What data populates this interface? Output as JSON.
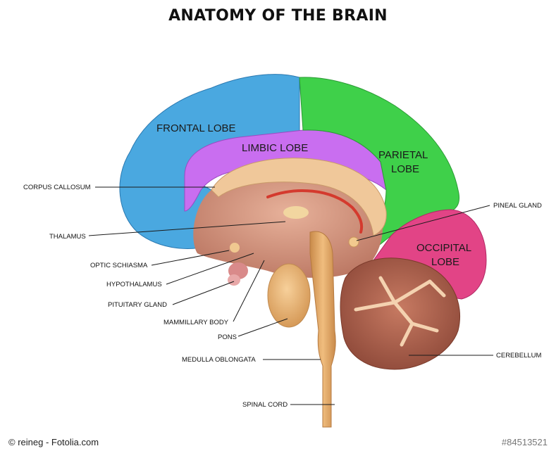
{
  "title": "ANATOMY OF THE BRAIN",
  "lobes": {
    "frontal": "FRONTAL LOBE",
    "limbic": "LIMBIC LOBE",
    "parietal_1": "PARIETAL",
    "parietal_2": "LOBE",
    "occipital_1": "OCCIPITAL",
    "occipital_2": "LOBE"
  },
  "callouts": {
    "corpus_callosum": "CORPUS CALLOSUM",
    "thalamus": "THALAMUS",
    "optic_chiasma": "OPTIC SCHIASMA",
    "hypothalamus": "HYPOTHALAMUS",
    "pituitary_gland": "PITUITARY GLAND",
    "mammillary_body": "MAMMILLARY BODY",
    "pons": "PONS",
    "medulla_oblongata": "MEDULLA OBLONGATA",
    "spinal_cord": "SPINAL CORD",
    "pineal_gland": "PINEAL GLAND",
    "cerebellum": "CEREBELLUM"
  },
  "footer": {
    "credit": "© reineg - Fotolia.com",
    "image_number": "#84513521"
  },
  "colors": {
    "frontal": "#4aa8e0",
    "limbic": "#c96ef0",
    "parietal": "#3fd04a",
    "occipital": "#e24486",
    "inner_tissue": "#c98f78",
    "brainstem": "#e0a768",
    "cerebellum": "#a85a48"
  }
}
